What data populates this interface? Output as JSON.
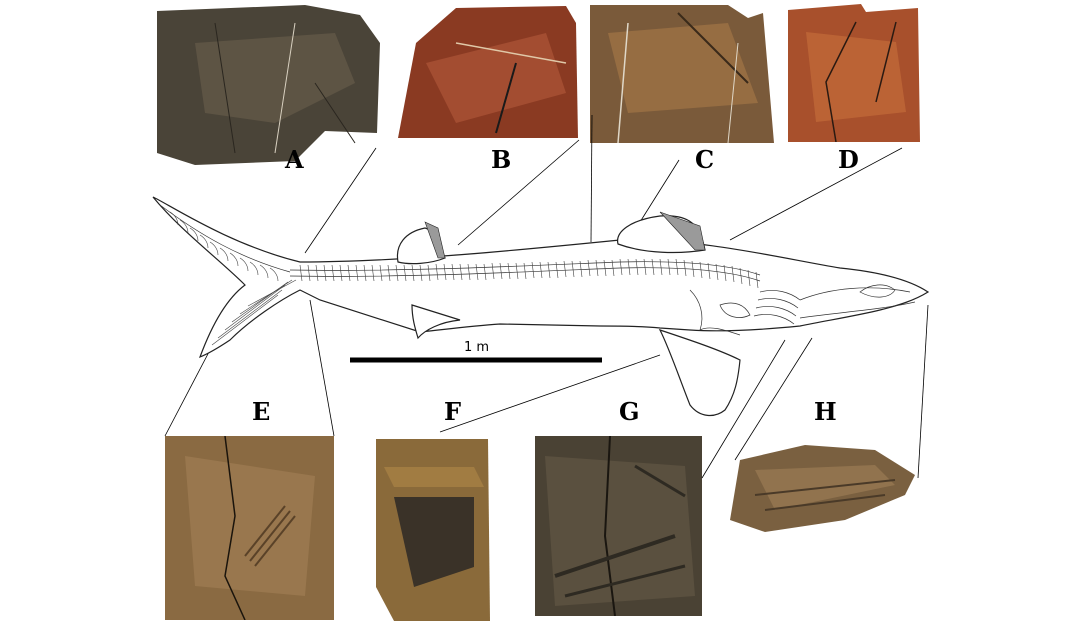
{
  "panels": {
    "a": {
      "label": "A",
      "colors": [
        "#4a4438",
        "#6a5f4c",
        "#3a352c"
      ]
    },
    "b": {
      "label": "B",
      "colors": [
        "#8a3a22",
        "#b45a3c",
        "#5c2a1c"
      ]
    },
    "c": {
      "label": "C",
      "colors": [
        "#7a5a3a",
        "#a87a48",
        "#4a3a2a"
      ]
    },
    "d": {
      "label": "D",
      "colors": [
        "#a8502c",
        "#c8703c",
        "#7a3a22"
      ]
    },
    "e": {
      "label": "E",
      "colors": [
        "#8a6a42",
        "#a8845a",
        "#6a5032"
      ]
    },
    "f": {
      "label": "F",
      "colors": [
        "#8a6a3a",
        "#3a3228",
        "#b08848"
      ]
    },
    "g": {
      "label": "G",
      "colors": [
        "#4a4234",
        "#6a5e4a",
        "#2e2a22"
      ]
    },
    "h": {
      "label": "H",
      "colors": [
        "#7a6040",
        "#a08058",
        "#4a3a28"
      ]
    }
  },
  "scale_bar": {
    "label": "1 m"
  },
  "line_color": "#000000",
  "outline_color": "#222222"
}
